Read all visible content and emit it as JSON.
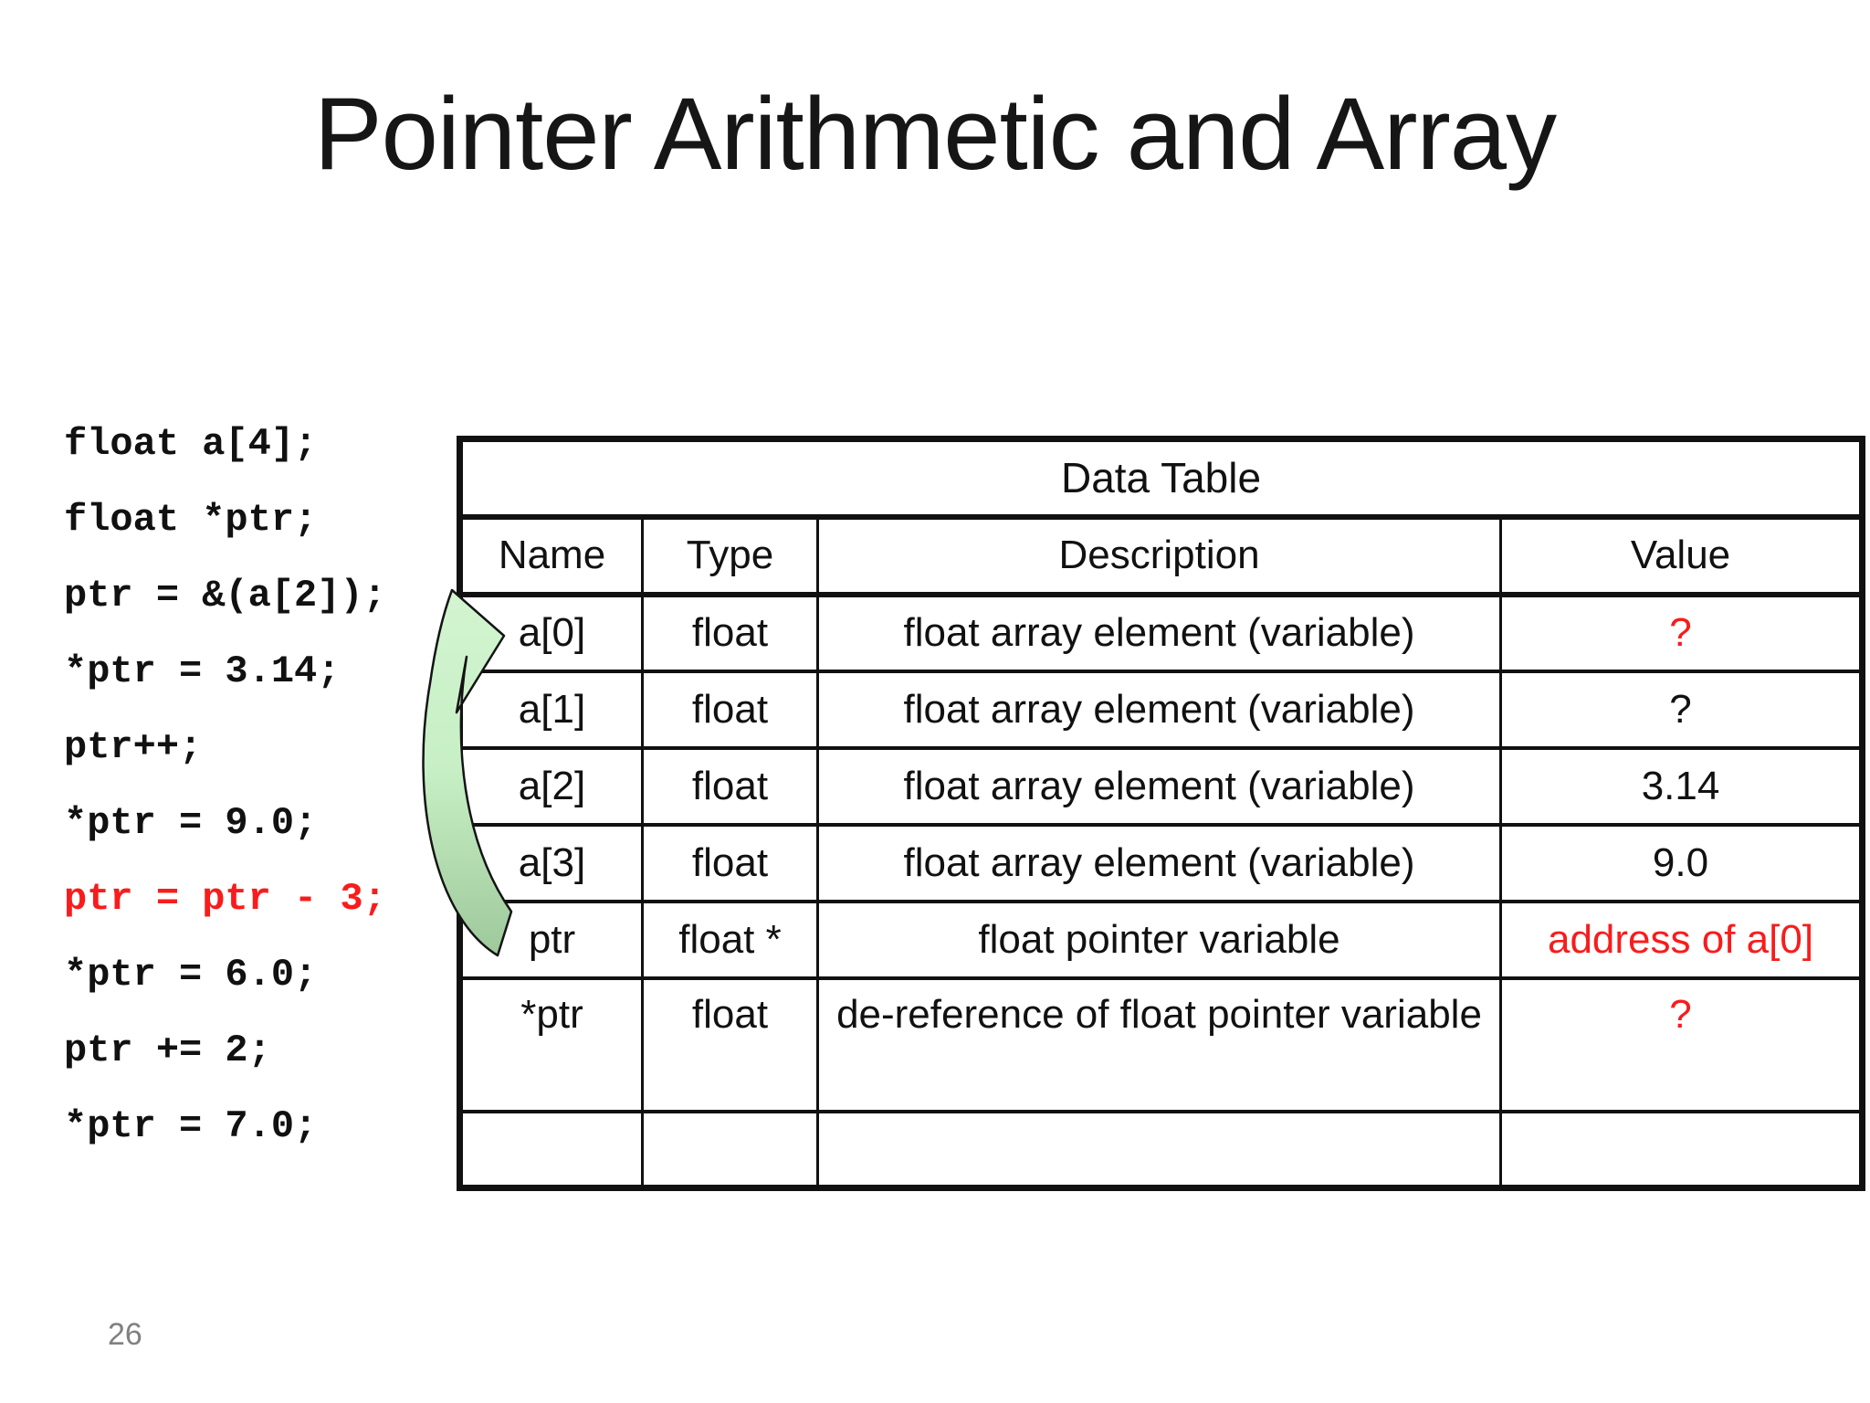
{
  "slide": {
    "title": "Pointer Arithmetic and Array",
    "page_number": "26"
  },
  "code": {
    "lines": [
      {
        "text": "float a[4];",
        "color": "#111111"
      },
      {
        "text": "float *ptr;",
        "color": "#111111"
      },
      {
        "text": "ptr = &(a[2]);",
        "color": "#111111"
      },
      {
        "text": "*ptr = 3.14;",
        "color": "#111111"
      },
      {
        "text": "ptr++;",
        "color": "#111111"
      },
      {
        "text": "*ptr = 9.0;",
        "color": "#111111"
      },
      {
        "text": "ptr = ptr - 3;",
        "color": "#f81c1c"
      },
      {
        "text": "*ptr = 6.0;",
        "color": "#111111"
      },
      {
        "text": "ptr += 2;",
        "color": "#111111"
      },
      {
        "text": "*ptr = 7.0;",
        "color": "#111111"
      }
    ]
  },
  "table": {
    "title": "Data Table",
    "headers": [
      "Name",
      "Type",
      "Description",
      "Value"
    ],
    "rows": [
      {
        "name": "a[0]",
        "type": "float",
        "description": "float array element (variable)",
        "value": "?",
        "value_color": "#f81c1c"
      },
      {
        "name": "a[1]",
        "type": "float",
        "description": "float array element (variable)",
        "value": "?",
        "value_color": "#111111"
      },
      {
        "name": "a[2]",
        "type": "float",
        "description": "float array element (variable)",
        "value": "3.14",
        "value_color": "#111111"
      },
      {
        "name": "a[3]",
        "type": "float",
        "description": "float array element (variable)",
        "value": "9.0",
        "value_color": "#111111"
      },
      {
        "name": "ptr",
        "type": "float *",
        "description": "float pointer variable",
        "value": "address of a[0]",
        "value_color": "#f81c1c"
      },
      {
        "name": "*ptr",
        "type": "float",
        "description": "de-reference of float pointer variable",
        "value": "?",
        "value_color": "#f81c1c"
      },
      {
        "name": "",
        "type": "",
        "description": "",
        "value": "",
        "value_color": "#111111"
      }
    ]
  },
  "arrow": {
    "description": "curved arrow from ptr row to a[0] row",
    "color_light": "#d3f5d1",
    "color_mid": "#c7efc5",
    "color_dark": "#9dc89a",
    "outline": "#141414"
  }
}
